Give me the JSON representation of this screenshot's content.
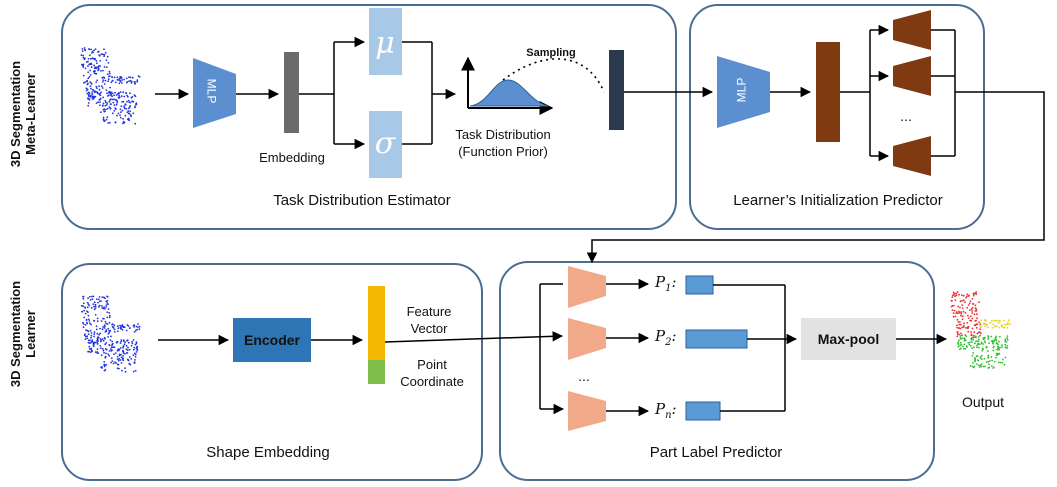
{
  "side_labels": {
    "meta_learner": [
      "3D Segmentation",
      "Meta-Learner"
    ],
    "learner": [
      "3D Segmentation",
      "Learner"
    ]
  },
  "panels": {
    "task_distribution_estimator": "Task Distribution Estimator",
    "initialization_predictor": "Learner’s Initialization Predictor",
    "shape_embedding": "Shape Embedding",
    "part_label_predictor": "Part Label Predictor"
  },
  "labels": {
    "mlp": "MLP",
    "mlp2": "MLP",
    "embedding": "Embedding",
    "mu": "μ",
    "sigma": "σ",
    "sampling": "Sampling",
    "task_distribution": [
      "Task Distribution",
      "(Function Prior)"
    ],
    "dots_predictor": "...",
    "encoder": "Encoder",
    "feature_vector": [
      "Feature",
      "Vector"
    ],
    "point_coordinate": [
      "Point",
      "Coordinate"
    ],
    "dots_parts": "...",
    "p1": "P",
    "p1_sub": "1",
    "p2": "P",
    "p2_sub": "2",
    "pn": "P",
    "pn_sub": "n",
    "maxpool": "Max-pool",
    "output": "Output"
  },
  "colors": {
    "panel_border": "#4a6e91",
    "mlp_blue": "#5b8fcf",
    "mu_sigma": "#a8c8e8",
    "embedding_gray": "#6b6b6b",
    "dark_bar": "#2b3a4e",
    "brown": "#7f3a12",
    "encoder_blue": "#2e75b6",
    "feature_yellow": "#f5b800",
    "coord_green": "#7dbf4a",
    "peach": "#f2a98a",
    "score_blue": "#5b9bd5",
    "maxpool_gray": "#e2e2e2"
  }
}
